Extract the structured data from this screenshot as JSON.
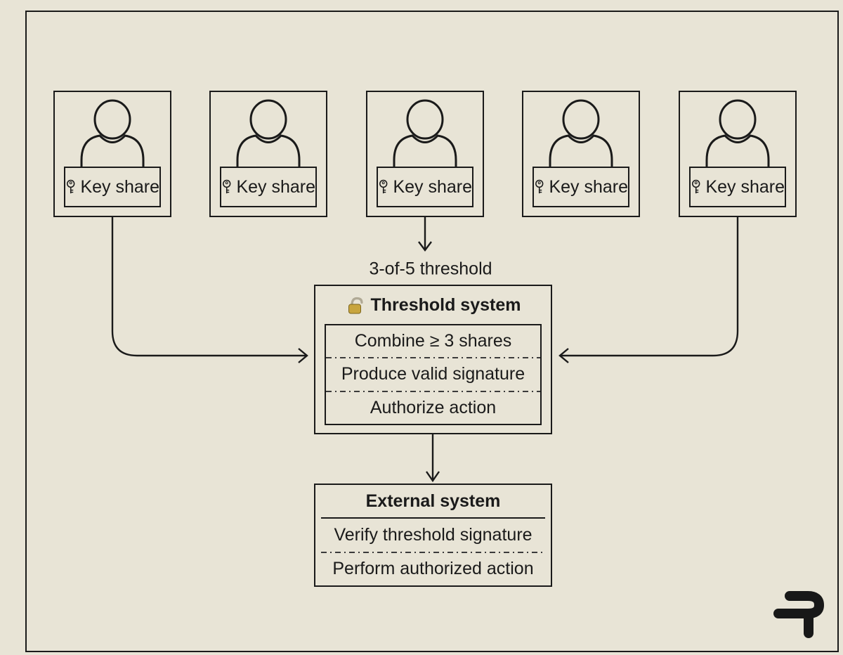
{
  "colors": {
    "background": "#e8e4d6",
    "line": "#1a1a1a",
    "lock_gold": "#c8a53e"
  },
  "agents": [
    {
      "label": "Key share"
    },
    {
      "label": "Key share"
    },
    {
      "label": "Key share"
    },
    {
      "label": "Key share"
    },
    {
      "label": "Key share"
    }
  ],
  "threshold_caption": "3-of-5 threshold",
  "threshold_system": {
    "title": "Threshold system",
    "rows": [
      "Combine ≥ 3 shares",
      "Produce valid signature",
      "Authorize action"
    ]
  },
  "external_system": {
    "title": "External system",
    "rows": [
      "Verify threshold signature",
      "Perform authorized action"
    ]
  }
}
